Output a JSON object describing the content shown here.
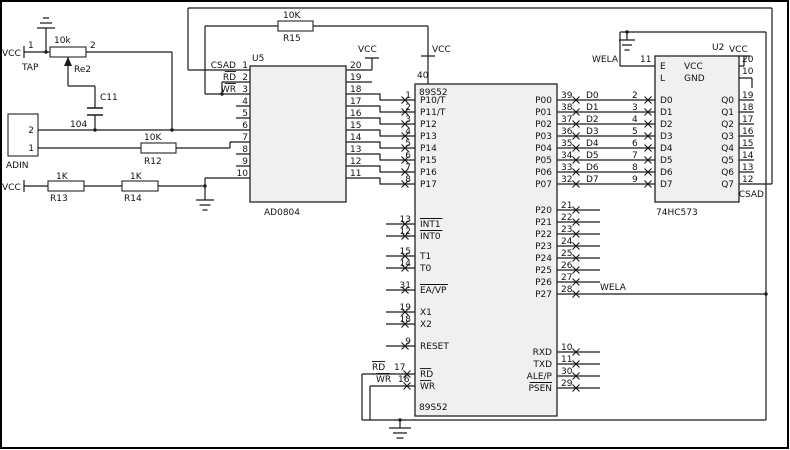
{
  "colors": {
    "wire": "#1a1a1a",
    "chip_fill": "#f0f0f0",
    "text": "#111111",
    "background": "#ffffff"
  },
  "power": {
    "vcc_pot": "VCC",
    "vcc_left": "VCC",
    "vcc_mcu": "VCC",
    "vcc_u2": "VCC"
  },
  "pot": {
    "pin1": "1",
    "pin2": "2",
    "value": "10k",
    "ref": "Re2",
    "tap": "TAP"
  },
  "cap": {
    "ref": "C11",
    "value": "104"
  },
  "adin": {
    "label": "ADIN",
    "pin_top": "2",
    "pin_bottom": "1"
  },
  "resistors": {
    "r12": {
      "value": "10K",
      "ref": "R12"
    },
    "r13": {
      "value": "1K",
      "ref": "R13"
    },
    "r14": {
      "value": "1K",
      "ref": "R14"
    },
    "r15": {
      "value": "10K",
      "ref": "R15"
    }
  },
  "u5": {
    "ref": "U5",
    "part": "AD0804",
    "vcc": "VCC",
    "left_pins": [
      {
        "label": "CSAD",
        "num": "1"
      },
      {
        "label": "RD",
        "num": "2",
        "ov": true
      },
      {
        "label": "WR",
        "num": "3",
        "ov": true
      },
      {
        "num": "4"
      },
      {
        "num": "5"
      },
      {
        "num": "6"
      },
      {
        "num": "7"
      },
      {
        "num": "8"
      },
      {
        "num": "9"
      },
      {
        "num": "10"
      }
    ],
    "right_pins": [
      "20",
      "19",
      "18",
      "17",
      "16",
      "15",
      "14",
      "13",
      "12",
      "11"
    ]
  },
  "mcu": {
    "part_top": "89S52",
    "part_bottom": "89S52",
    "vcc_pin": "40",
    "p1": [
      {
        "label": "P10/T",
        "num": "1"
      },
      {
        "label": "P11/T",
        "num": "2"
      },
      {
        "label": "P12",
        "num": "3"
      },
      {
        "label": "P13",
        "num": "4"
      },
      {
        "label": "P14",
        "num": "5"
      },
      {
        "label": "P15",
        "num": "6"
      },
      {
        "label": "P16",
        "num": "7"
      },
      {
        "label": "P17",
        "num": "8"
      }
    ],
    "mid": [
      {
        "label": "INT1",
        "num": "13",
        "ov": true
      },
      {
        "label": "INT0",
        "num": "12",
        "ov": true
      },
      {
        "label": "T1",
        "num": "15"
      },
      {
        "label": "T0",
        "num": "14"
      },
      {
        "label": "EA/VP",
        "num": "31",
        "ov": true
      },
      {
        "label": "X1",
        "num": "19"
      },
      {
        "label": "X2",
        "num": "18"
      },
      {
        "label": "RESET",
        "num": "9"
      }
    ],
    "rd_wr": [
      {
        "label": "RD",
        "num": "17",
        "ov": true
      },
      {
        "label": "WR",
        "num": "16",
        "ov": true
      }
    ],
    "rd_wr_outside": [
      {
        "label": "RD",
        "ov": true
      },
      {
        "label": "WR",
        "ov": true
      }
    ],
    "p0": [
      {
        "label": "P00",
        "num": "39"
      },
      {
        "label": "P01",
        "num": "38"
      },
      {
        "label": "P02",
        "num": "37"
      },
      {
        "label": "P03",
        "num": "36"
      },
      {
        "label": "P04",
        "num": "35"
      },
      {
        "label": "P05",
        "num": "34"
      },
      {
        "label": "P06",
        "num": "33"
      },
      {
        "label": "P07",
        "num": "32"
      }
    ],
    "p2": [
      {
        "label": "P20",
        "num": "21"
      },
      {
        "label": "P21",
        "num": "22"
      },
      {
        "label": "P22",
        "num": "23"
      },
      {
        "label": "P23",
        "num": "24"
      },
      {
        "label": "P24",
        "num": "25"
      },
      {
        "label": "P25",
        "num": "26"
      },
      {
        "label": "P26",
        "num": "27"
      },
      {
        "label": "P27",
        "num": "28"
      }
    ],
    "serial": [
      {
        "label": "RXD",
        "num": "10"
      },
      {
        "label": "TXD",
        "num": "11"
      },
      {
        "label": "ALE/P",
        "num": "30"
      },
      {
        "label": "PSEN",
        "num": "29",
        "ov": true
      }
    ]
  },
  "bus": {
    "labels": [
      "D0",
      "D1",
      "D2",
      "D3",
      "D4",
      "D5",
      "D6",
      "D7"
    ]
  },
  "nets": {
    "wela_mcu": "WELA",
    "wela_u2": "WELA",
    "wela_pin": "11",
    "csad_out": "CSAD"
  },
  "u2": {
    "ref": "U2",
    "part": "74HC573",
    "vcc": "VCC",
    "header": [
      {
        "left": "E",
        "right": "VCC",
        "right_pin": "20"
      },
      {
        "left": "L",
        "right": "GND",
        "right_pin": "10"
      }
    ],
    "d_pins": [
      {
        "label": "D0",
        "num": "2"
      },
      {
        "label": "D1",
        "num": "3"
      },
      {
        "label": "D2",
        "num": "4"
      },
      {
        "label": "D3",
        "num": "5"
      },
      {
        "label": "D4",
        "num": "6"
      },
      {
        "label": "D5",
        "num": "7"
      },
      {
        "label": "D6",
        "num": "8"
      },
      {
        "label": "D7",
        "num": "9"
      }
    ],
    "q_pins": [
      {
        "label": "Q0",
        "num": "19"
      },
      {
        "label": "Q1",
        "num": "18"
      },
      {
        "label": "Q2",
        "num": "17"
      },
      {
        "label": "Q3",
        "num": "16"
      },
      {
        "label": "Q4",
        "num": "15"
      },
      {
        "label": "Q5",
        "num": "14"
      },
      {
        "label": "Q6",
        "num": "13"
      },
      {
        "label": "Q7",
        "num": "12"
      }
    ]
  }
}
